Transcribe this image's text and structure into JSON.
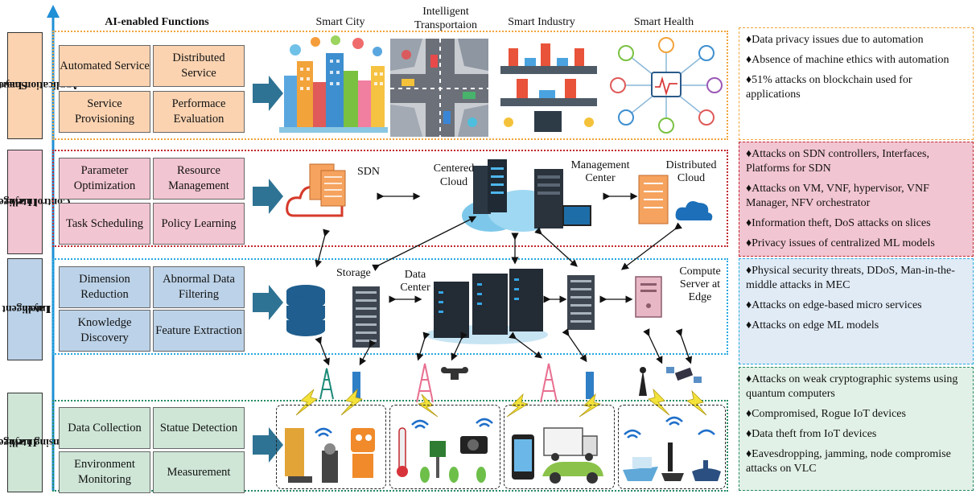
{
  "header": {
    "functions_title": "AI-enabled Functions",
    "apps": [
      "Smart City",
      "Intelligent Transportaion",
      "Smart Industry",
      "Smart Health"
    ]
  },
  "layers": [
    {
      "name": "Smart Application Layer",
      "lines": [
        "Smart",
        "Application Layer"
      ],
      "color": "#fbd3b1",
      "functions": [
        "Automated Service",
        "Distributed Service",
        "Service Provisioning",
        "Performace Evaluation"
      ]
    },
    {
      "name": "Intelligent Control Layer",
      "lines": [
        "Intelligent",
        "Control Layer"
      ],
      "color": "#f2c5d2",
      "functions": [
        "Parameter Optimization",
        "Resource Management",
        "Task Scheduling",
        "Policy Learning"
      ]
    },
    {
      "name": "Intelligent Edge Layer",
      "lines": [
        "Intelligent Edge",
        "Layer"
      ],
      "color": "#bcd2e8",
      "functions": [
        "Dimension Reduction",
        "Abnormal Data Filtering",
        "Knowledge Discovery",
        "Feature Extraction"
      ]
    },
    {
      "name": "Intelligent Sensing Layer",
      "lines": [
        "Intelligent",
        "Sensing Layer"
      ],
      "color": "#cfe6d7",
      "functions": [
        "Data Collection",
        "Statue Detection",
        "Environment Monitoring",
        "Measurement"
      ]
    }
  ],
  "control_labels": {
    "sdn": "SDN",
    "centered_cloud": "Centered Cloud",
    "management_center": "Management Center",
    "distributed_cloud": "Distributed Cloud"
  },
  "edge_labels": {
    "storage": "Storage",
    "data_center": "Data Center",
    "compute_server": "Compute Server at Edge"
  },
  "threats": {
    "application": [
      "♦Data privacy issues due to automation",
      "♦Absence of machine ethics with automation",
      "♦51% attacks on blockchain used for applications"
    ],
    "control": [
      "♦Attacks on SDN controllers, Interfaces, Platforms for SDN",
      "♦Attacks on VM, VNF, hypervisor, VNF Manager, NFV orchestrator",
      "♦Information theft, DoS attacks on slices",
      "♦Privacy issues of centralized ML models"
    ],
    "edge": [
      "♦Physical security threats, DDoS, Man-in-the-middle attacks in MEC",
      "♦Attacks on edge-based micro services",
      "♦Attacks on edge ML models"
    ],
    "sensing": [
      "♦Attacks on weak cryptographic systems using quantum computers",
      "♦Compromised, Rogue IoT devices",
      "♦Data theft from IoT devices",
      "♦Eavesdropping, jamming, node compromise attacks on VLC"
    ]
  },
  "colors": {
    "application": "#fbd3b1",
    "control": "#f2c5d2",
    "edge": "#bcd2e8",
    "sensing": "#cfe6d7",
    "arrow": "#2e7394",
    "axis": "#1f8fd6"
  }
}
